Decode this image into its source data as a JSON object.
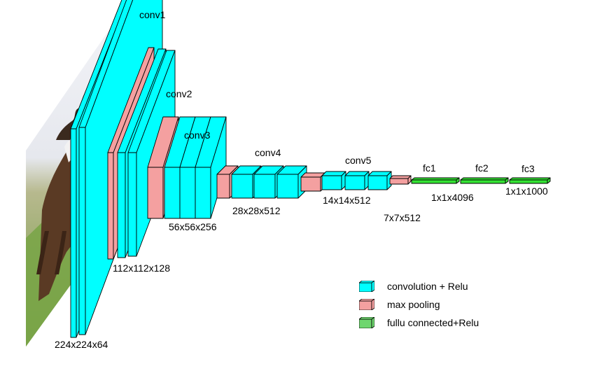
{
  "colors": {
    "conv": "#00ffff",
    "pool": "#f4a0a0",
    "fc": "#34e334",
    "edge": "#000000"
  },
  "photo": {
    "subject": "horse-and-rider-photo"
  },
  "stages": [
    {
      "id": "conv1",
      "name": "conv1",
      "size": "224x224x64"
    },
    {
      "id": "conv2",
      "name": "conv2",
      "size": "112x112x128"
    },
    {
      "id": "conv3",
      "name": "conv3",
      "size": "56x56x256"
    },
    {
      "id": "conv4",
      "name": "conv4",
      "size": "28x28x512"
    },
    {
      "id": "conv5",
      "name": "conv5",
      "size": "14x14x512"
    },
    {
      "id": "pool5",
      "name": "",
      "size": "7x7x512"
    },
    {
      "id": "fc1",
      "name": "fc1",
      "size": "1x1x4096"
    },
    {
      "id": "fc2",
      "name": "fc2",
      "size": ""
    },
    {
      "id": "fc3",
      "name": "fc3",
      "size": "1x1x1000"
    }
  ],
  "legend": [
    {
      "label": "convolution + Relu",
      "color": "#00ffff"
    },
    {
      "label": "max pooling",
      "color": "#f4a0a0"
    },
    {
      "label": "fullu connected+Relu",
      "color": "#34e334"
    }
  ]
}
